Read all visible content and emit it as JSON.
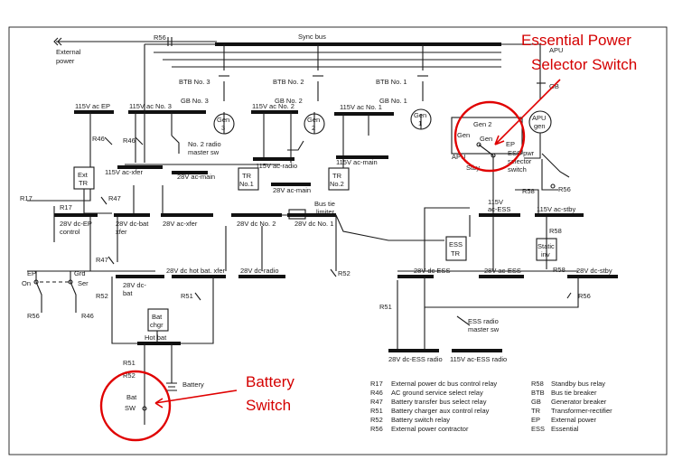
{
  "labels": {
    "external_power": [
      "External",
      "power"
    ],
    "r56_top": "R56",
    "sync_bus": "Sync bus",
    "apu": "APU",
    "gb": "GB",
    "btb3": "BTB No. 3",
    "gb3": "GB No. 3",
    "btb2": "BTB No. 2",
    "gb2": "GB No. 2",
    "btb1": "BTB No. 1",
    "gb1": "GB No. 1",
    "gen3": [
      "Gen",
      "3"
    ],
    "gen2": [
      "Gen",
      "2"
    ],
    "gen1": [
      "Gen",
      "1"
    ],
    "apu_gen": [
      "APU",
      "gen"
    ],
    "bus_115_ep": "115V ac EP",
    "bus_115_3": "115V ac No. 3",
    "bus_115_2": "115V ac No. 2",
    "bus_115_1": "115V ac No. 1",
    "r46_a": "R46",
    "r46_b": "R46",
    "radio_master": [
      "No. 2 radio",
      "master sw"
    ],
    "bus_115_xfer": "115V ac-xfer",
    "bus_115_radio": "115V ac-radio",
    "bus_115_main": "115V ac-main",
    "ext_tr": [
      "Ext",
      "TR"
    ],
    "tr1": [
      "TR",
      "No.1"
    ],
    "tr2": [
      "TR",
      "No.2"
    ],
    "bus_28_main": "28V ac-main",
    "bus_28_xfer_ac": "28V ac-xfer",
    "bus_28_main2": "28V ac-main",
    "r17_a": "R17",
    "r17_b": "R17",
    "r47_a": "R47",
    "bus_28_dc_ep": [
      "28V dc-EP",
      "control"
    ],
    "bus_28_dc_bat_xfer": [
      "28V dc-bat",
      "xfer"
    ],
    "bus_28_ac_xfer": "28V ac-xfer",
    "bus_28_dc2": "28V dc No. 2",
    "bus_tie_limiter": [
      "Bus tie",
      "limiter"
    ],
    "bus_28_dc1": "28V dc No. 1",
    "ess_sel": [
      "Gen 2",
      "Gen",
      "Gen",
      "EP",
      "APU",
      "Stby",
      "ESS pwr",
      "selector",
      "switch"
    ],
    "r58_a": "R58",
    "r56_b": "R56",
    "bus_115_ess": [
      "115V",
      "ac-ESS"
    ],
    "bus_115_stby": "115V ac-stby",
    "r58_b": "R58",
    "static_inv": [
      "Static",
      "inv"
    ],
    "r58_c": "R58",
    "bus_28_dc_stby": "28V dc-stby",
    "ess_tr": [
      "ESS",
      "TR"
    ],
    "ep": "EP",
    "grd": "Grd",
    "on": "On",
    "ser": "Ser",
    "r47_b": "R47",
    "bus_28_dc_hot_bat_xfer": "28V dc hot bat. xfer",
    "bus_28_dc_radio": "28V dc-radio",
    "r52": "R52",
    "bus_28_dc_ess": "28V dc ESS",
    "bus_28_ac_ess": "28V ac-ESS",
    "r56_c": "R56",
    "r52_b": "R52",
    "bus_28_dc_bat": [
      "28V dc-",
      "bat"
    ],
    "r51_a": "R51",
    "r51_b": "R51",
    "r56_d": "R56",
    "r46_c": "R46",
    "bat_chgr": [
      "Bat",
      "chgr"
    ],
    "ess_radio_master": [
      "ESS radio",
      "master sw"
    ],
    "hot_bat": "Hot bat",
    "r51_c": "R51",
    "r52_c": "R52",
    "battery": "Battery",
    "bat_sw": [
      "Bat",
      "SW"
    ],
    "bus_28_dc_ess_radio": "28V dc-ESS radio",
    "bus_115_ess_radio": "115V ac-ESS radio"
  },
  "legend": {
    "left": [
      [
        "R17",
        "External power dc bus control relay"
      ],
      [
        "R46",
        "AC ground service select relay"
      ],
      [
        "R47",
        "Battery transfer bus select relay"
      ],
      [
        "R51",
        "Battery charger aux control relay"
      ],
      [
        "R52",
        "Battery switch relay"
      ],
      [
        "R56",
        "External power contractor"
      ]
    ],
    "right": [
      [
        "R58",
        "Standby bus relay"
      ],
      [
        "BTB",
        "Bus tie breaker"
      ],
      [
        "GB",
        "Generator breaker"
      ],
      [
        "TR",
        "Transformer-rectifier"
      ],
      [
        "EP",
        "External power"
      ],
      [
        "ESS",
        "Essential"
      ]
    ]
  },
  "annotations": {
    "essential": [
      "Essential Power",
      "Selector Switch"
    ],
    "battery": [
      "Battery",
      "Switch"
    ]
  },
  "colors": {
    "annotation": "#e00000",
    "ink": "#1a1a1a"
  }
}
